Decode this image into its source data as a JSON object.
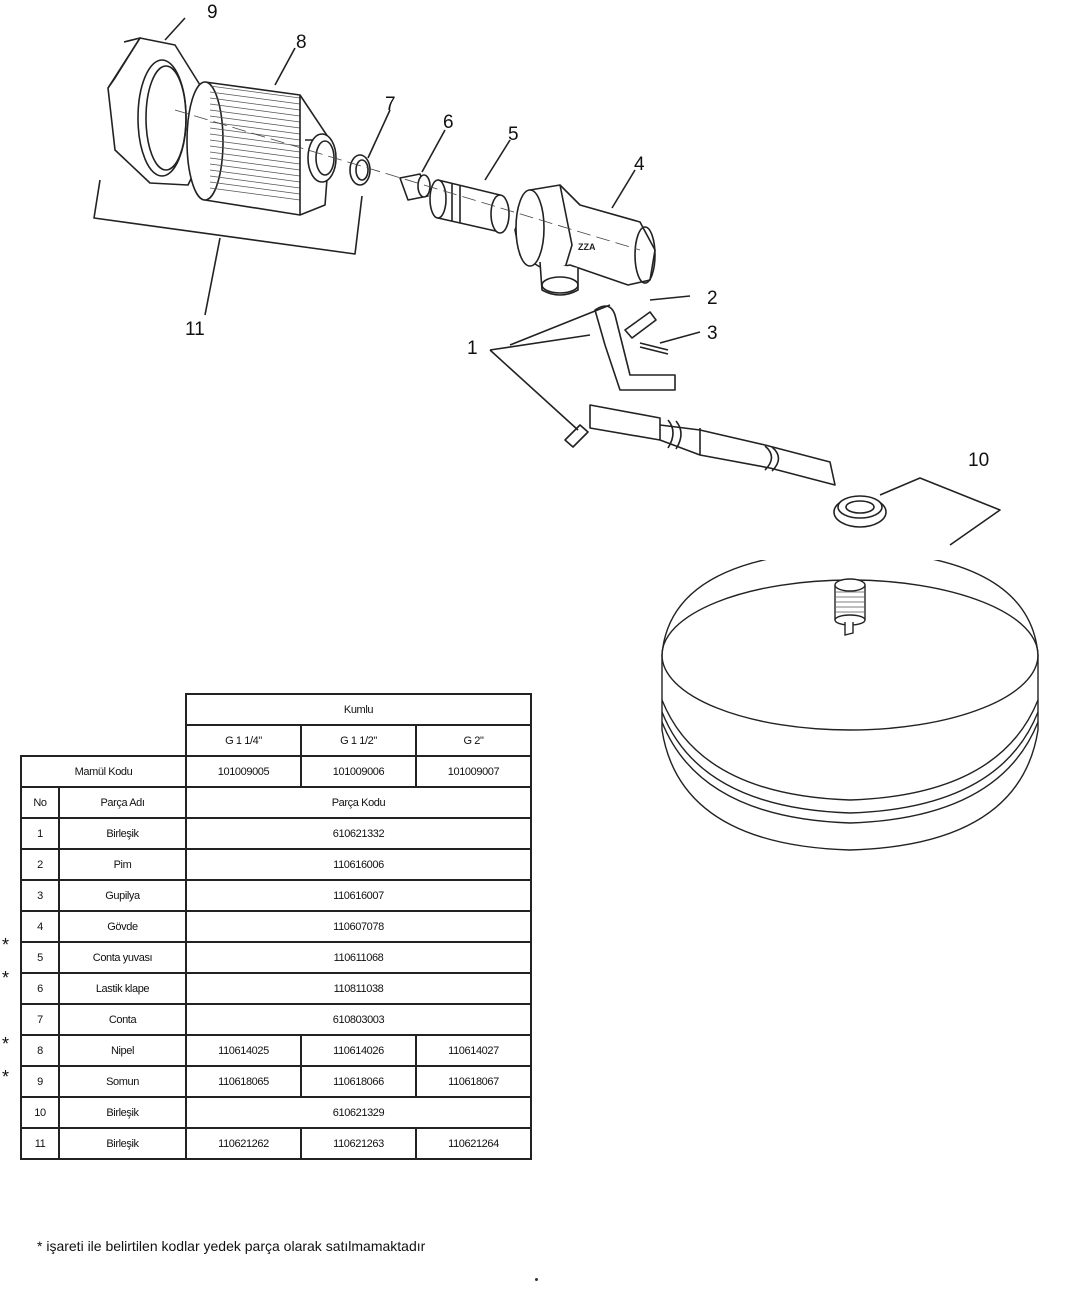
{
  "callouts": {
    "c1": "1",
    "c2": "2",
    "c3": "3",
    "c4": "4",
    "c5": "5",
    "c6": "6",
    "c7": "7",
    "c8": "8",
    "c9": "9",
    "c10": "10",
    "c11": "11"
  },
  "body_marking": "ZZA",
  "table": {
    "group_header": "Kumlu",
    "sizes": [
      "G 1 1/4\"",
      "G 1 1/2\"",
      "G 2\""
    ],
    "product_code_label": "Mamül Kodu",
    "product_codes": [
      "101009005",
      "101009006",
      "101009007"
    ],
    "no_header": "No",
    "part_name_header": "Parça Adı",
    "part_code_header": "Parça Kodu",
    "rows": [
      {
        "no": "1",
        "name": "Birleşik",
        "code": "610621332"
      },
      {
        "no": "2",
        "name": "Pim",
        "code": "110616006"
      },
      {
        "no": "3",
        "name": "Gupilya",
        "code": "110616007"
      },
      {
        "no": "4",
        "name": "Gövde",
        "code": "110607078"
      },
      {
        "no": "5",
        "name": "Conta yuvası",
        "code": "110611068"
      },
      {
        "no": "6",
        "name": "Lastik klape",
        "code": "110811038"
      },
      {
        "no": "7",
        "name": "Conta",
        "code": "610803003"
      },
      {
        "no": "8",
        "name": "Nipel",
        "codes": [
          "110614025",
          "110614026",
          "110614027"
        ]
      },
      {
        "no": "9",
        "name": "Somun",
        "codes": [
          "110618065",
          "110618066",
          "110618067"
        ]
      },
      {
        "no": "10",
        "name": "Birleşik",
        "code": "610621329"
      },
      {
        "no": "11",
        "name": "Birleşik",
        "codes": [
          "110621262",
          "110621263",
          "110621264"
        ]
      }
    ],
    "marker": "*"
  },
  "footnote": "* işareti ile belirtilen kodlar yedek parça olarak satılmamaktadır"
}
